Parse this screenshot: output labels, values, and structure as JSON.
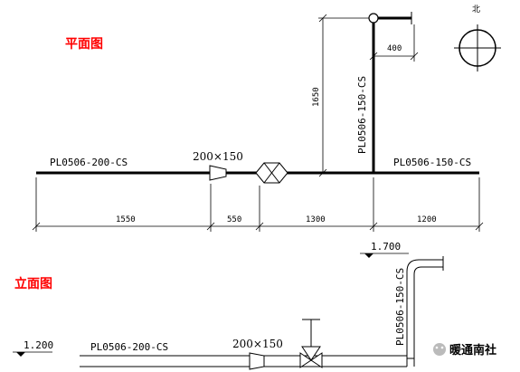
{
  "plan": {
    "title": "平面图",
    "north_label": "北",
    "pipe_main_label": "PL0506-200-CS",
    "pipe_branch_label": "PL0506-150-CS",
    "pipe_riser_label": "PL0506-150-CS",
    "reducer_label": "200×150",
    "dims": {
      "d1": "1550",
      "d2": "550",
      "d3": "1300",
      "d4": "1200",
      "vertical": "1650",
      "top": "400"
    }
  },
  "elevation": {
    "title": "立面图",
    "level_left": "1.200",
    "level_right": "1.700",
    "pipe_main_label": "PL0506-200-CS",
    "pipe_riser_label": "PL0506-150-CS",
    "reducer_label": "200×150"
  },
  "watermark": {
    "text": "暖通南社"
  }
}
